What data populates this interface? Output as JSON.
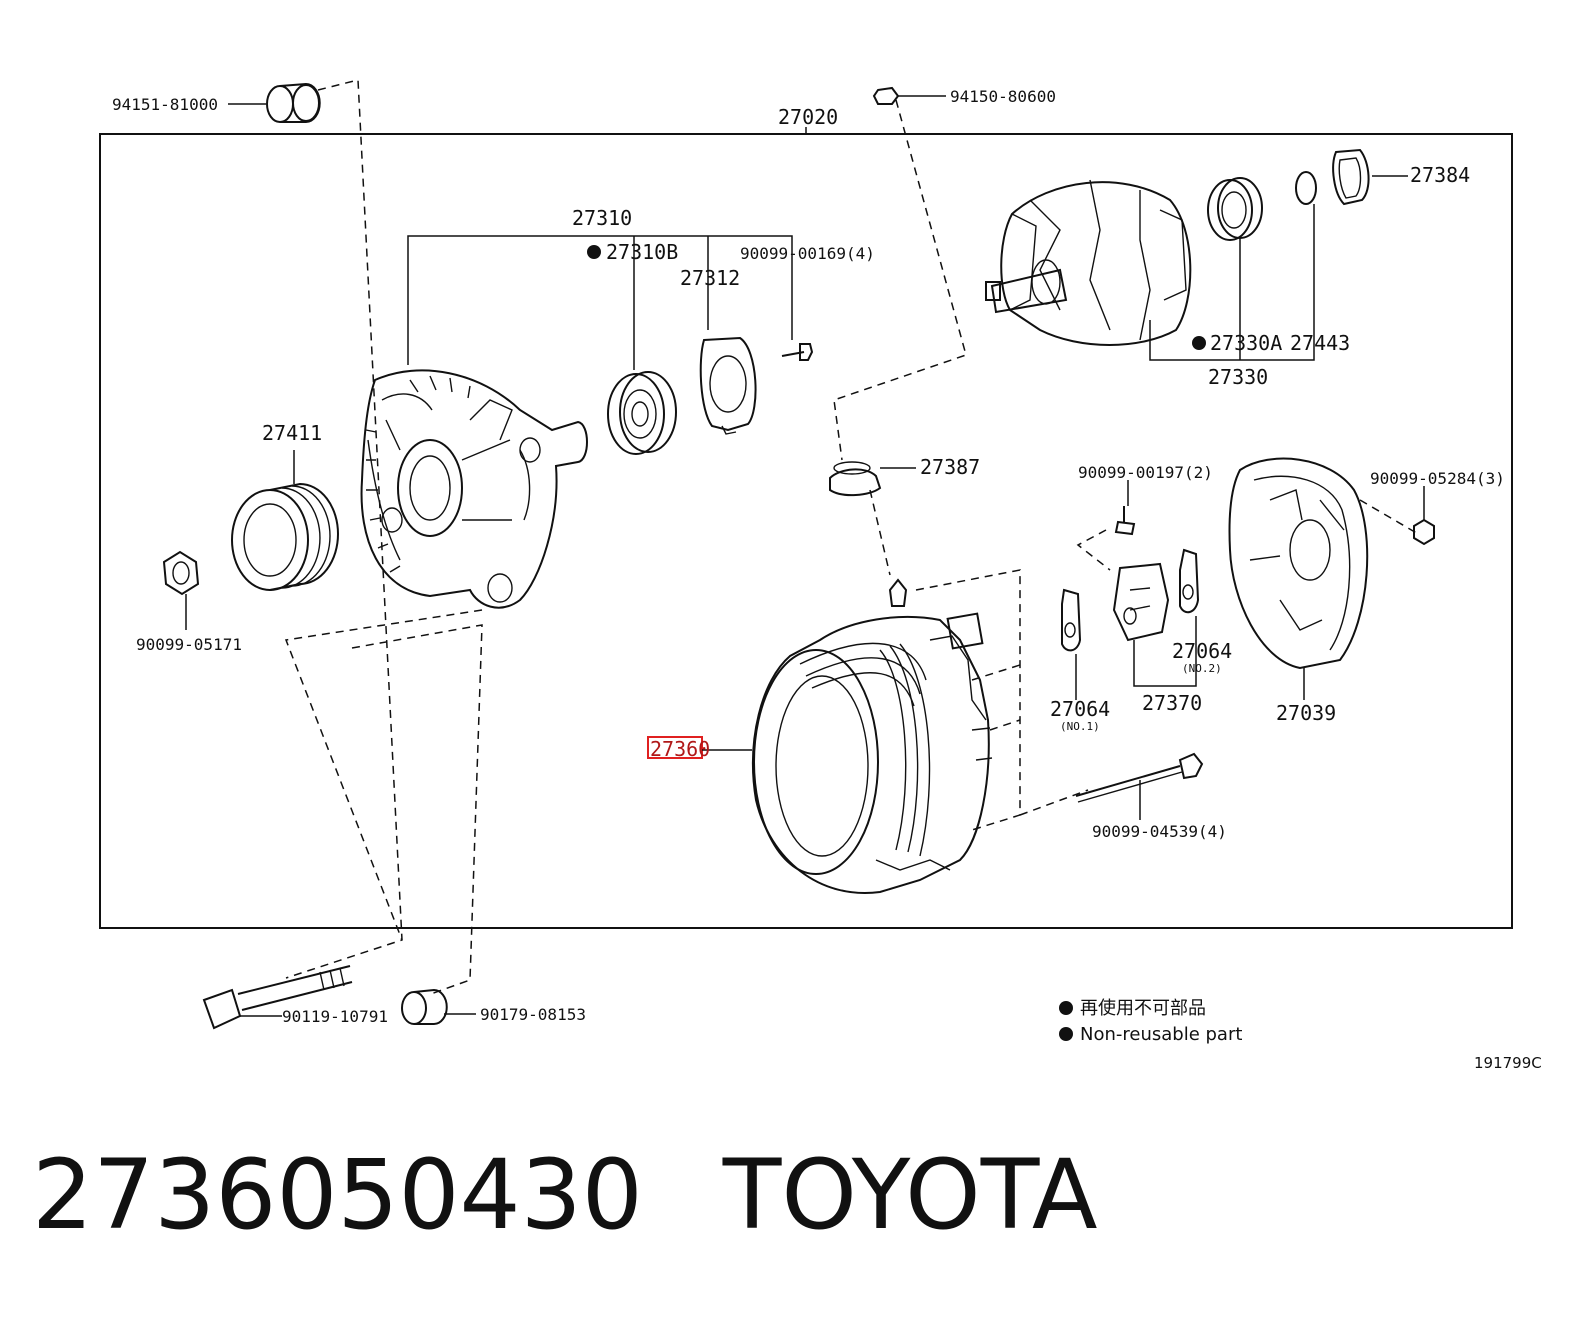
{
  "diagram": {
    "assembly_label": "27020",
    "labels": {
      "p94151": "94151-81000",
      "p94150": "94150-80600",
      "p27310": "27310",
      "p27310B": "27310B",
      "p27312": "27312",
      "p90099_00169": "90099-00169(4)",
      "p27384": "27384",
      "p27330A": "27330A",
      "p27443": "27443",
      "p27330": "27330",
      "p27411": "27411",
      "p27387": "27387",
      "p90099_00197": "90099-00197(2)",
      "p90099_05284": "90099-05284(3)",
      "p90099_05171": "90099-05171",
      "p27064_no2": "27064",
      "no2": "(NO.2)",
      "p27064_no1": "27064",
      "no1": "(NO.1)",
      "p27370": "27370",
      "p27039": "27039",
      "p27360": "27360",
      "p90099_04539": "90099-04539(4)",
      "p90119": "90119-10791",
      "p90179": "90179-08153"
    },
    "highlighted_part": "27360",
    "legend": {
      "line1": "再使用不可部品",
      "line2": "Non-reusable part"
    },
    "figure_id": "191799C"
  },
  "caption": {
    "part_number": "2736050430",
    "brand": "TOYOTA"
  },
  "colors": {
    "highlight": "#e02020",
    "ink": "#111111"
  }
}
